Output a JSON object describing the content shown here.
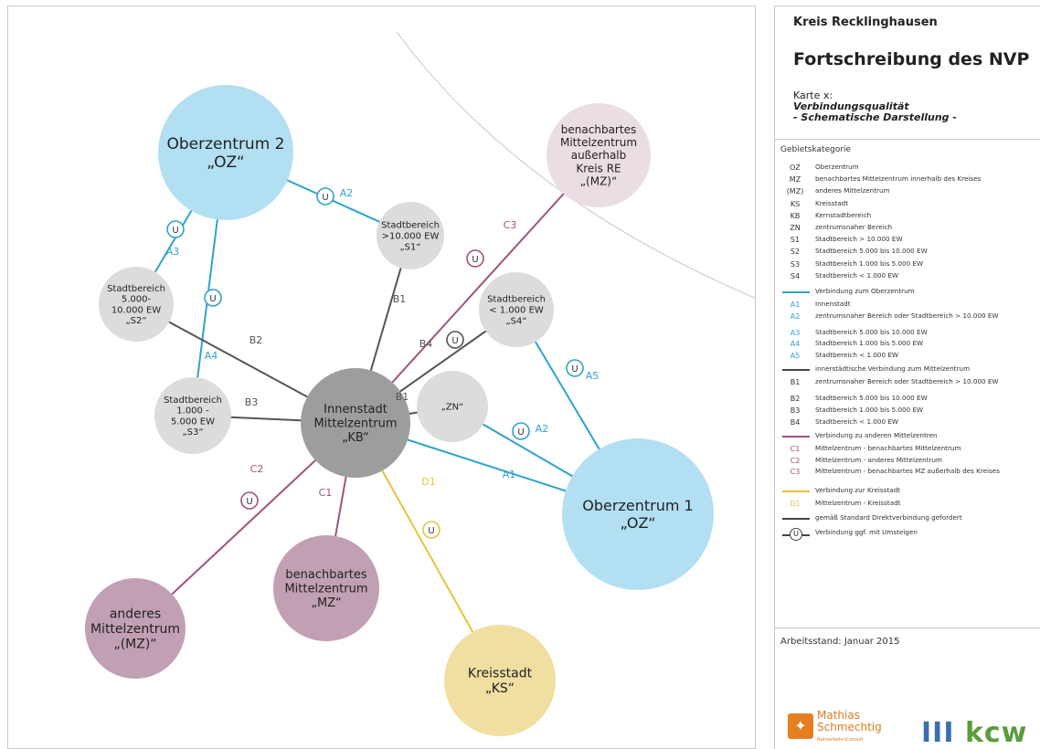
{
  "colors": {
    "blue": "#2ea3c9",
    "dark": "#555555",
    "purple": "#a0527e",
    "yellow": "#e5c53a",
    "oz_fill": "#b2dff2",
    "mz_fill": "#c2a0b3",
    "ext_mz_fill": "#eadde3",
    "s_fill": "#dcdcdc",
    "kb_fill": "#9d9d9d",
    "ks_fill": "#f0dfa1"
  },
  "map": {
    "nodes": [
      {
        "id": "oz2",
        "lines": [
          "Oberzentrum 2",
          "„OZ“"
        ],
        "fill": "#b2dff2",
        "font": 17
      },
      {
        "id": "oz1",
        "lines": [
          "Oberzentrum 1",
          "„OZ“"
        ],
        "fill": "#b2dff2",
        "font": 16
      },
      {
        "id": "ext",
        "lines": [
          "benachbartes",
          "Mittelzentrum",
          "außerhalb",
          "Kreis RE",
          "„(MZ)“"
        ],
        "fill": "#eadde3",
        "font": 12
      },
      {
        "id": "kb",
        "lines": [
          "Innenstadt",
          "Mittelzentrum",
          "„KB“"
        ],
        "fill": "#9d9d9d",
        "font": 13
      },
      {
        "id": "s1",
        "lines": [
          "Stadtbereich",
          ">10.000 EW",
          "„S1“"
        ],
        "fill": "#dcdcdc",
        "font": 10
      },
      {
        "id": "s2",
        "lines": [
          "Stadtbereich",
          "5.000-",
          "10.000 EW",
          "„S2“"
        ],
        "fill": "#dcdcdc",
        "font": 10
      },
      {
        "id": "s3",
        "lines": [
          "Stadtbereich",
          "1.000 -",
          "5.000 EW",
          "„S3“"
        ],
        "fill": "#dcdcdc",
        "font": 10
      },
      {
        "id": "s4",
        "lines": [
          "Stadtbereich",
          "< 1.000 EW",
          "„S4“"
        ],
        "fill": "#dcdcdc",
        "font": 10
      },
      {
        "id": "zn",
        "lines": [
          "„ZN“"
        ],
        "fill": "#dcdcdc",
        "font": 10
      },
      {
        "id": "mz_other",
        "lines": [
          "anderes",
          "Mittelzentrum",
          "„(MZ)“"
        ],
        "fill": "#c2a0b3",
        "font": 14
      },
      {
        "id": "mz_nb",
        "lines": [
          "benachbartes",
          "Mittelzentrum",
          "„MZ“"
        ],
        "fill": "#c2a0b3",
        "font": 13
      },
      {
        "id": "ks",
        "lines": [
          "Kreisstadt",
          "„KS“"
        ],
        "fill": "#f0dfa1",
        "font": 14
      }
    ],
    "edge_labels": {
      "A1": "A1",
      "A2": "A2",
      "A3": "A3",
      "A4": "A4",
      "A5": "A5",
      "B1": "B1",
      "B2": "B2",
      "B3": "B3",
      "B4": "B4",
      "C1": "C1",
      "C2": "C2",
      "C3": "C3",
      "D1": "D1"
    },
    "transfer_symbol": "U"
  },
  "panel": {
    "org": "Kreis Recklinghausen",
    "title": "Fortschreibung des NVP",
    "karte": "Karte x:",
    "subtitle1": "Verbindungsqualität",
    "subtitle2": "- Schematische Darstellung -",
    "gebiet_heading": "Gebietskategorie",
    "categories": [
      {
        "code": "OZ",
        "text": "Oberzentrum"
      },
      {
        "code": "MZ",
        "text": "benachbartes Mittelzentrum innerhalb des Kreises"
      },
      {
        "code": "(MZ)",
        "text": "anderes Mittelzentrum"
      },
      {
        "code": "KS",
        "text": "Kreisstadt"
      },
      {
        "code": "KB",
        "text": "Kernstadtbereich"
      },
      {
        "code": "ZN",
        "text": "zentrumsnaher Bereich"
      },
      {
        "code": "S1",
        "text": "Stadtbereich > 10.000 EW"
      },
      {
        "code": "S2",
        "text": "Stadtbereich 5.000 bis 10.000 EW"
      },
      {
        "code": "S3",
        "text": "Stadtbereich 1.000 bis 5.000 EW"
      },
      {
        "code": "S4",
        "text": "Stadtbereich < 1.000 EW"
      }
    ],
    "groups": [
      {
        "heading": "Verbindung zum Oberzentrum",
        "color": "#2ea3c9",
        "items": [
          {
            "code": "A1",
            "text": "Innenstadt"
          },
          {
            "code": "A2",
            "text": "zentrumsnaher Bereich oder Stadtbereich > 10.000 EW"
          },
          {
            "code": "A3",
            "text": "Stadtbereich 5.000 bis 10.000 EW"
          },
          {
            "code": "A4",
            "text": "Stadtbereich 1.000 bis 5.000 EW"
          },
          {
            "code": "A5",
            "text": "Stadtbereich < 1.000 EW"
          }
        ]
      },
      {
        "heading": "innerstädtische Verbindung zum Mittelzentrum",
        "color": "#444444",
        "items": [
          {
            "code": "B1",
            "text": "zentrumsnaher Bereich oder Stadtbereich > 10.000 EW"
          },
          {
            "code": "B2",
            "text": "Stadtbereich 5.000 bis 10.000 EW"
          },
          {
            "code": "B3",
            "text": "Stadtbereich 1.000 bis 5.000 EW"
          },
          {
            "code": "B4",
            "text": "Stadtbereich < 1.000 EW"
          }
        ]
      },
      {
        "heading": "Verbindung zu anderen Mittelzentren",
        "color": "#a0527e",
        "items": [
          {
            "code": "C1",
            "text": "Mittelzentrum - benachbartes Mittelzentrum"
          },
          {
            "code": "C2",
            "text": "Mittelzentrum - anderes Mittelzentrum"
          },
          {
            "code": "C3",
            "text": "Mittelzentrum - benachbartes MZ außerhalb des Kreises"
          }
        ]
      },
      {
        "heading": "Verbindung zur Kreisstadt",
        "color": "#e5c53a",
        "items": [
          {
            "code": "D1",
            "text": "Mittelzentrum - Kreisstadt"
          }
        ]
      }
    ],
    "direct_text": "gemäß Standard Direktverbindung gefordert",
    "transfer_text": "Verbindung ggf. mit Umsteigen",
    "transfer_symbol": "U",
    "arbeitsstand": "Arbeitsstand: Januar 2015",
    "logo1_name_line1": "Mathias",
    "logo1_name_line2": "Schmechtig",
    "logo1_sub": "NahverkehrsConsult",
    "logo2_text": "kcw"
  }
}
